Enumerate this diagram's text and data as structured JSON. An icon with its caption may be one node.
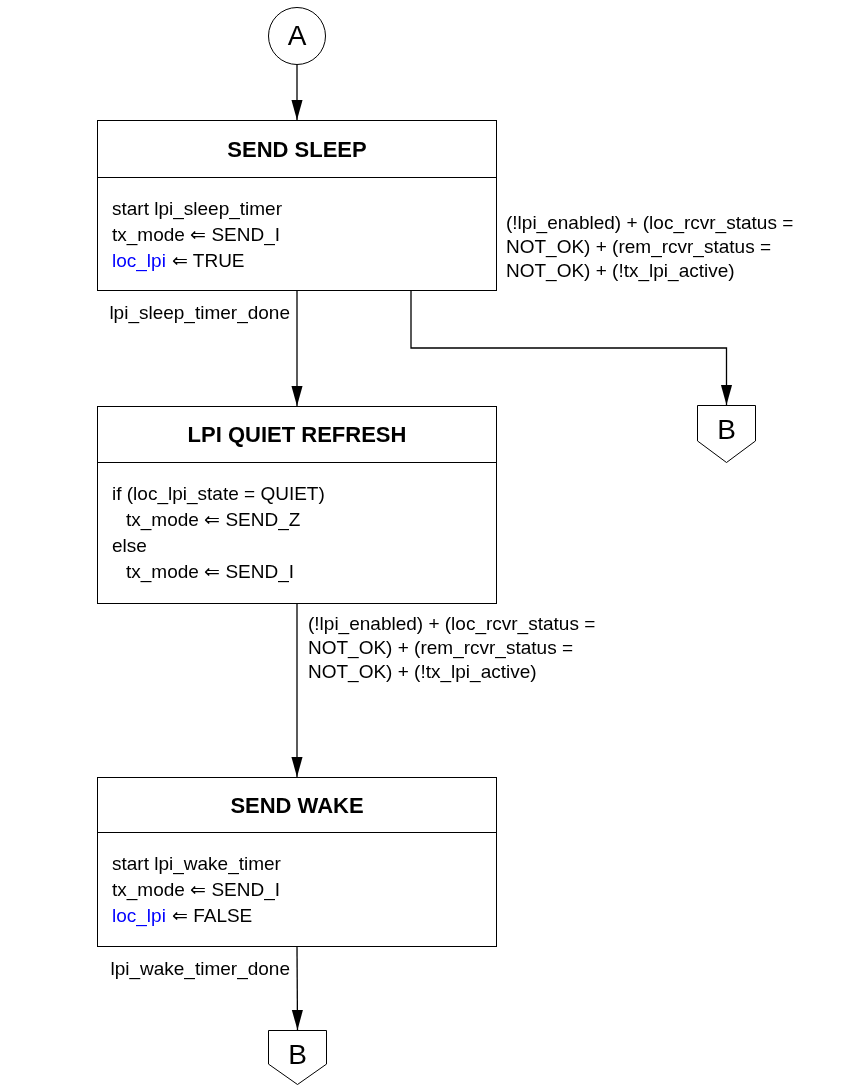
{
  "diagram": {
    "nodes": [
      {
        "text": [
          "A"
        ]
      },
      {
        "text": [
          "SEND SLEEP",
          "start lpi_sleep_timer",
          "tx_mode ⇐ SEND_I",
          "loc_lpi",
          "⇐ TRUE"
        ]
      },
      {
        "text": [
          "LPI QUIET REFRESH",
          "if (loc_lpi_state = QUIET)",
          "tx_mode ⇐ SEND_Z",
          "else",
          "tx_mode ⇐ SEND_I"
        ]
      },
      {
        "text": [
          "B"
        ]
      },
      {
        "text": [
          "SEND WAKE",
          "start lpi_wake_timer",
          "tx_mode ⇐ SEND_I",
          "loc_lpi",
          "⇐ FALSE"
        ]
      },
      {
        "text": [
          "B"
        ]
      }
    ],
    "edges": [
      {
        "from": 0,
        "to": 1,
        "arrow": "to"
      },
      {
        "from": 1,
        "to": 2,
        "arrow": "to",
        "label": "lpi_sleep_timer_done"
      },
      {
        "from": 1,
        "to": 3,
        "arrow": "to",
        "label": "(!lpi_enabled) + (loc_rcvr_status = NOT_OK) + (rem_rcvr_status = NOT_OK) + (!tx_lpi_active)"
      },
      {
        "from": 2,
        "to": 4,
        "arrow": "to",
        "label": "(!lpi_enabled) + (loc_rcvr_status = NOT_OK) + (rem_rcvr_status = NOT_OK) + (!tx_lpi_active)"
      },
      {
        "from": 4,
        "to": 5,
        "arrow": "to",
        "label": "lpi_wake_timer_done"
      }
    ]
  }
}
